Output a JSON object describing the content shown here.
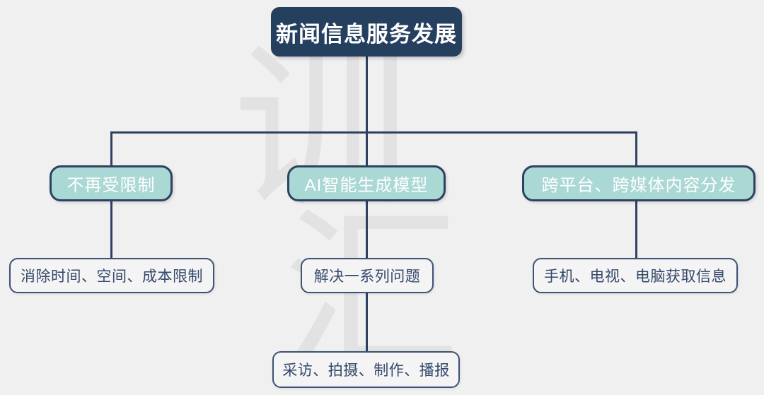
{
  "diagram": {
    "background_color": "#f0f0f0",
    "accent_dark": "#253f5e",
    "accent_teal": "#a9d8d5",
    "line_color": "#2e4260",
    "watermark": {
      "top_char": "训",
      "bottom_char": "汇"
    },
    "root": {
      "label": "新闻信息服务发展"
    },
    "branches": [
      {
        "label": "不再受限制",
        "children": [
          {
            "label": "消除时间、空间、成本限制"
          }
        ]
      },
      {
        "label": "AI智能生成模型",
        "children": [
          {
            "label": "解决一系列问题"
          },
          {
            "label": "采访、拍摄、制作、播报"
          }
        ]
      },
      {
        "label": "跨平台、跨媒体内容分发",
        "children": [
          {
            "label": "手机、电视、电脑获取信息"
          }
        ]
      }
    ]
  }
}
